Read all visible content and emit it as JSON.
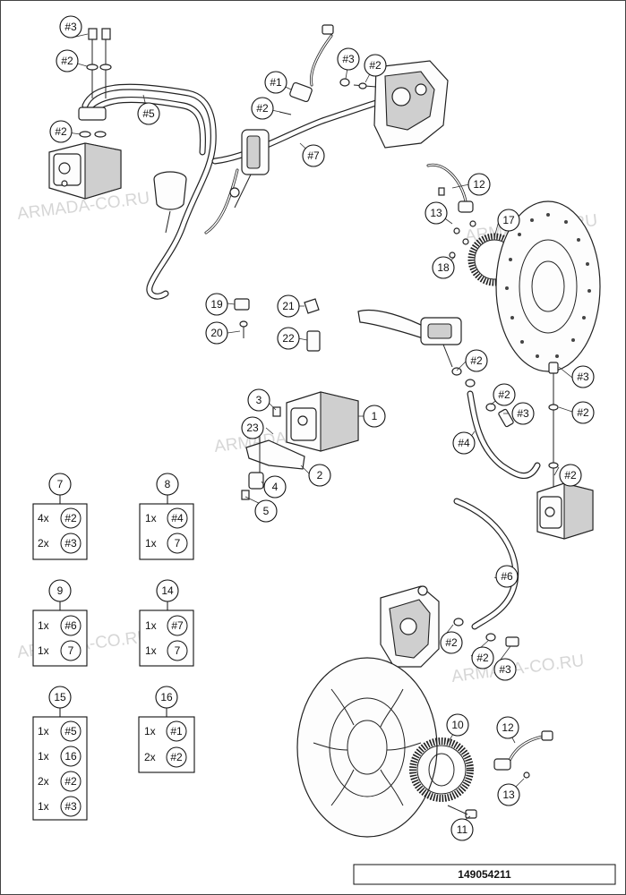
{
  "watermarks": [
    "ARMADA-CO.RU",
    "ARMADA-CO.RU",
    "ARMADA-CO.RU",
    "ARMADA-CO.RU",
    "ARMADA-CO.RU"
  ],
  "diagram_code": "149054211",
  "callouts": [
    "#3",
    "#2",
    "#2",
    "#5",
    "#1",
    "#2",
    "#3",
    "#2",
    "#7",
    "12",
    "13",
    "17",
    "18",
    "19",
    "20",
    "21",
    "22",
    "#2",
    "#3",
    "#2",
    "#3",
    "#2",
    "3",
    "23",
    "1",
    "2",
    "4",
    "5",
    "#4",
    "#2",
    "#6",
    "#2",
    "#2",
    "#3",
    "10",
    "11",
    "12",
    "13"
  ],
  "kits": [
    {
      "number": "7",
      "rows": [
        {
          "qty": "4x",
          "part": "#2"
        },
        {
          "qty": "2x",
          "part": "#3"
        }
      ]
    },
    {
      "number": "8",
      "rows": [
        {
          "qty": "1x",
          "part": "#4"
        },
        {
          "qty": "1x",
          "part": "7"
        }
      ]
    },
    {
      "number": "9",
      "rows": [
        {
          "qty": "1x",
          "part": "#6"
        },
        {
          "qty": "1x",
          "part": "7"
        }
      ]
    },
    {
      "number": "14",
      "rows": [
        {
          "qty": "1x",
          "part": "#7"
        },
        {
          "qty": "1x",
          "part": "7"
        }
      ]
    },
    {
      "number": "15",
      "rows": [
        {
          "qty": "1x",
          "part": "#5"
        },
        {
          "qty": "1x",
          "part": "16"
        },
        {
          "qty": "2x",
          "part": "#2"
        },
        {
          "qty": "1x",
          "part": "#3"
        }
      ]
    },
    {
      "number": "16",
      "rows": [
        {
          "qty": "1x",
          "part": "#1"
        },
        {
          "qty": "2x",
          "part": "#2"
        }
      ]
    }
  ]
}
